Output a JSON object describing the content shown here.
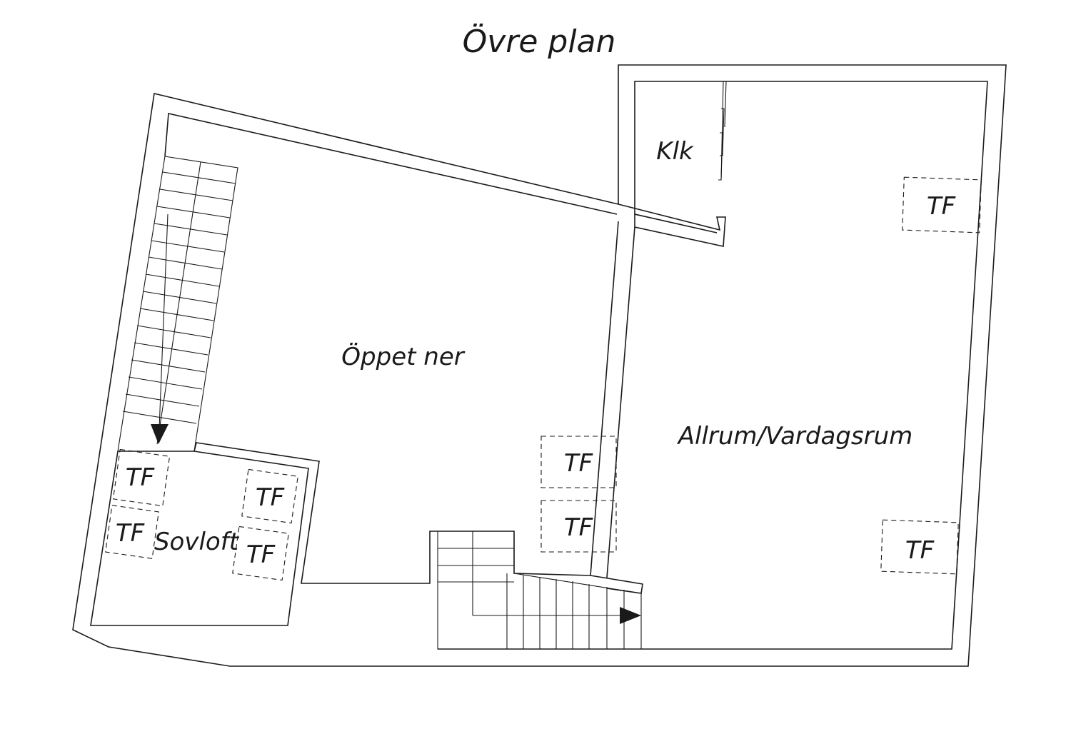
{
  "title": "Övre plan",
  "rooms": {
    "klk": "Klk",
    "oppet_ner": "Öppet ner",
    "allrum": "Allrum/Vardagsrum",
    "sovloft": "Sovloft"
  },
  "tf_label": "TF",
  "colors": {
    "line": "#1a1a1a",
    "background": "#ffffff"
  }
}
